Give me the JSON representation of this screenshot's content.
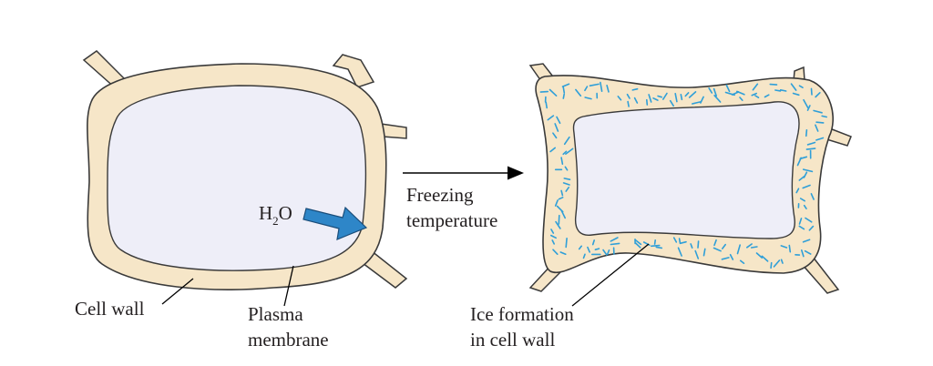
{
  "colors": {
    "cell_wall": "#f6e6c8",
    "cell_wall_outline": "#3a3a3a",
    "cytoplasm": "#eeeef8",
    "water_arrow": "#2e86c8",
    "ice": "#2f9fd8",
    "text": "#231f20"
  },
  "left_cell": {
    "water_label": {
      "main": "H",
      "subscript": "2",
      "tail": "O"
    },
    "cell_wall_label": "Cell wall",
    "plasma_membrane_label": [
      "Plasma",
      "membrane"
    ]
  },
  "transition": {
    "label": [
      "Freezing",
      "temperature"
    ],
    "arrow_icon": "right-arrow-icon"
  },
  "right_cell": {
    "ice_label": [
      "Ice formation",
      "in cell wall"
    ]
  }
}
